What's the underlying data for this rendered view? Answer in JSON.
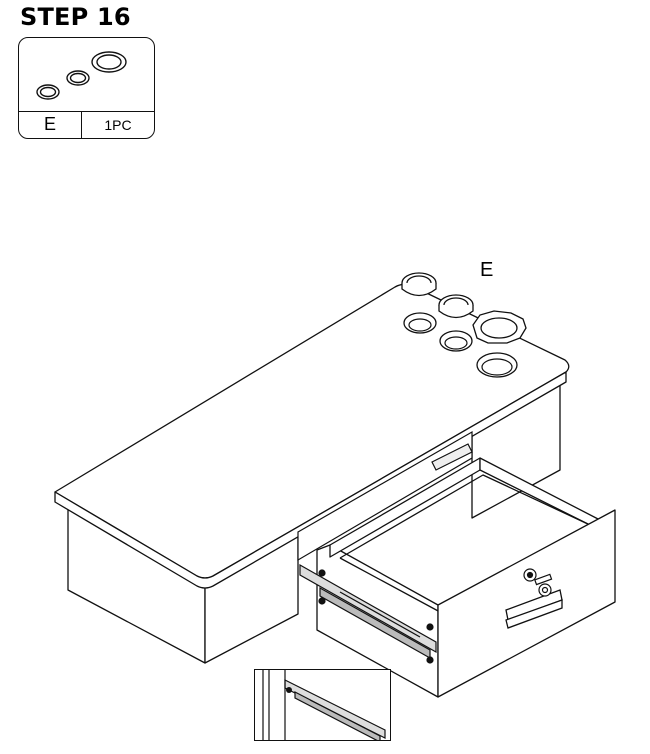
{
  "header": {
    "title": "STEP 16"
  },
  "parts": {
    "letter": "E",
    "quantity": "1PC",
    "icon": "grommet-rings-icon"
  },
  "callout": {
    "label": "E"
  },
  "illustration": {
    "subject": "desk-with-open-drawer-icon",
    "detail": "drawer-slide-detail-icon"
  }
}
